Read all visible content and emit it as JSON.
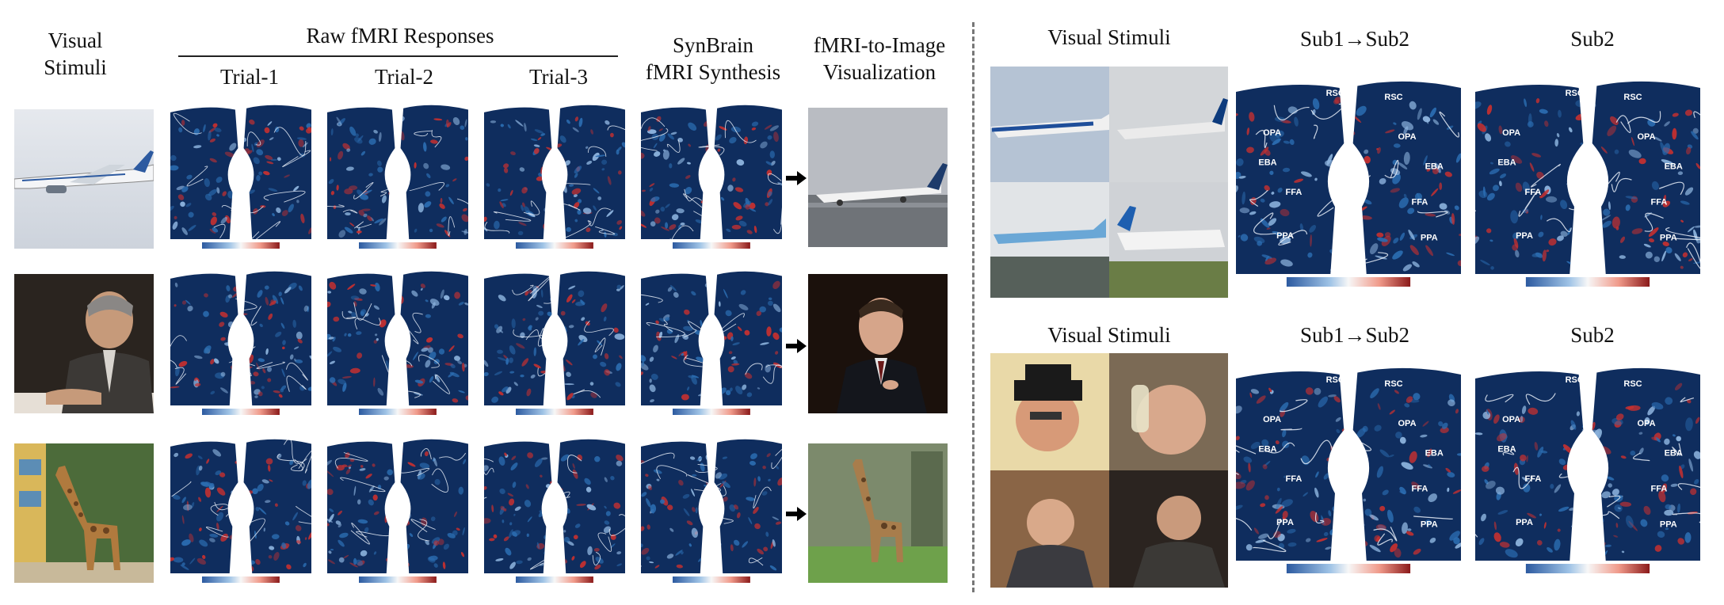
{
  "left_panel": {
    "stim_header": "Visual\nStimuli",
    "raw_header": "Raw fMRI Responses",
    "trial_headers": [
      "Trial-1",
      "Trial-2",
      "Trial-3"
    ],
    "synbrain_header": "SynBrain\nfMRI Synthesis",
    "viz_header": "fMRI-to-Image\nVisualization",
    "rows": [
      {
        "stimulus_icon": "airplane-photo",
        "viz_icon": "airplane-photo"
      },
      {
        "stimulus_icon": "man-portrait-photo",
        "viz_icon": "man-portrait-photo"
      },
      {
        "stimulus_icon": "giraffe-photo",
        "viz_icon": "giraffe-photo"
      }
    ]
  },
  "right_panel": {
    "blocks": [
      {
        "stim_header": "Visual Stimuli",
        "col1_header": "Sub1→Sub2",
        "col2_header": "Sub2",
        "grid_icon": "airplane-grid"
      },
      {
        "stim_header": "Visual Stimuli",
        "col1_header": "Sub1→Sub2",
        "col2_header": "Sub2",
        "grid_icon": "faces-grid"
      }
    ],
    "roi_labels": [
      "RSC",
      "OPA",
      "EBA",
      "FFA",
      "PPA"
    ]
  },
  "colors": {
    "brain_bg": "#0f2d5e",
    "cold": "#2b6cb0",
    "hot": "#c53030",
    "contour": "#e8eef8"
  }
}
